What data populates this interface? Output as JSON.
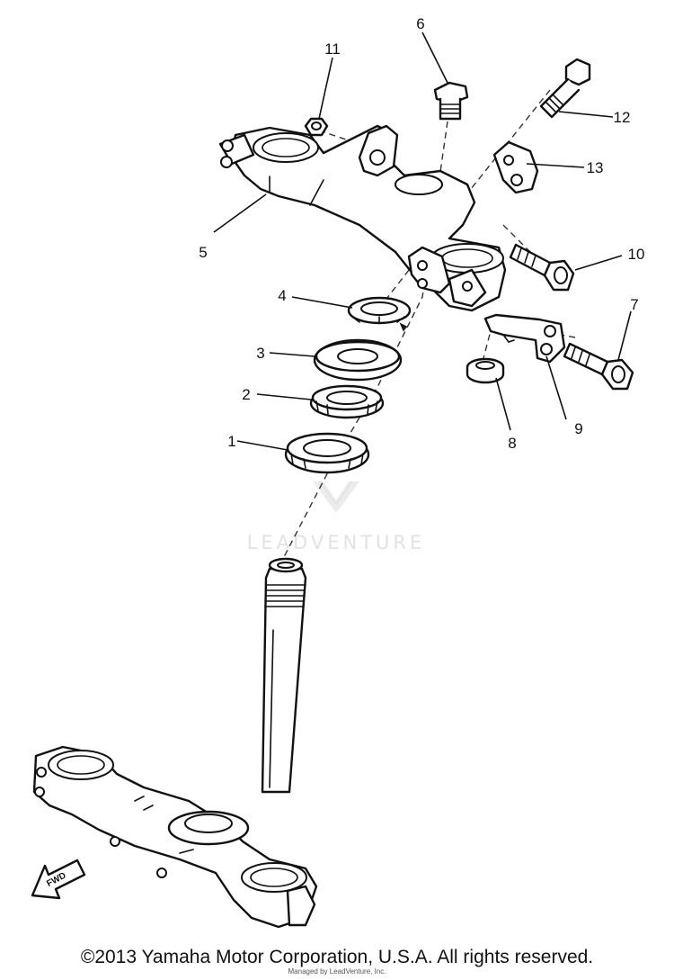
{
  "callouts": {
    "c1": "1",
    "c2": "2",
    "c3": "3",
    "c4": "4",
    "c5": "5",
    "c6": "6",
    "c7": "7",
    "c8": "8",
    "c9": "9",
    "c10": "10",
    "c11": "11",
    "c12": "12",
    "c13": "13"
  },
  "fwd_label": "FWD",
  "watermark": "LEADVENTURE",
  "copyright": "©2013 Yamaha Motor Corporation, U.S.A. All rights reserved.",
  "sub_note": "Managed by LeadVenture, Inc.",
  "icons": {
    "fwd": "fwd-arrow-icon",
    "watermark": "leadventure-logo-icon"
  },
  "colors": {
    "line": "#111111",
    "watermark": "#e2e2e2",
    "background": "#ffffff"
  }
}
